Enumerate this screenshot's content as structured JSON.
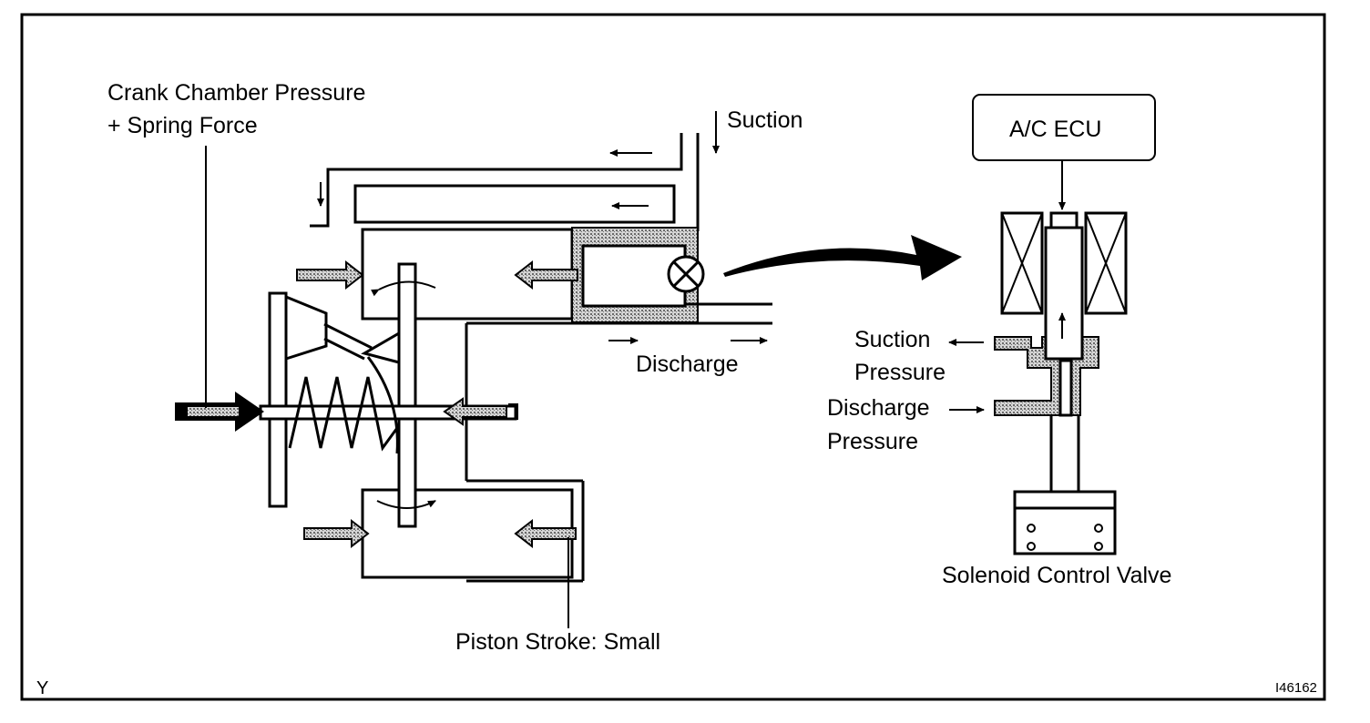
{
  "labels": {
    "crank_line1": "Crank Chamber Pressure",
    "crank_line2": "+ Spring Force",
    "suction_top": "Suction",
    "discharge": "Discharge",
    "piston_stroke": "Piston Stroke: Small",
    "ecu": "A/C ECU",
    "suction_pressure_1": "Suction",
    "suction_pressure_2": "Pressure",
    "discharge_pressure_1": "Discharge",
    "discharge_pressure_2": "Pressure",
    "solenoid": "Solenoid Control Valve",
    "corner_letter": "Y",
    "figure_id": "I46162"
  },
  "colors": {
    "line": "#000000",
    "background": "#ffffff",
    "stipple": "#9a9a9a"
  }
}
